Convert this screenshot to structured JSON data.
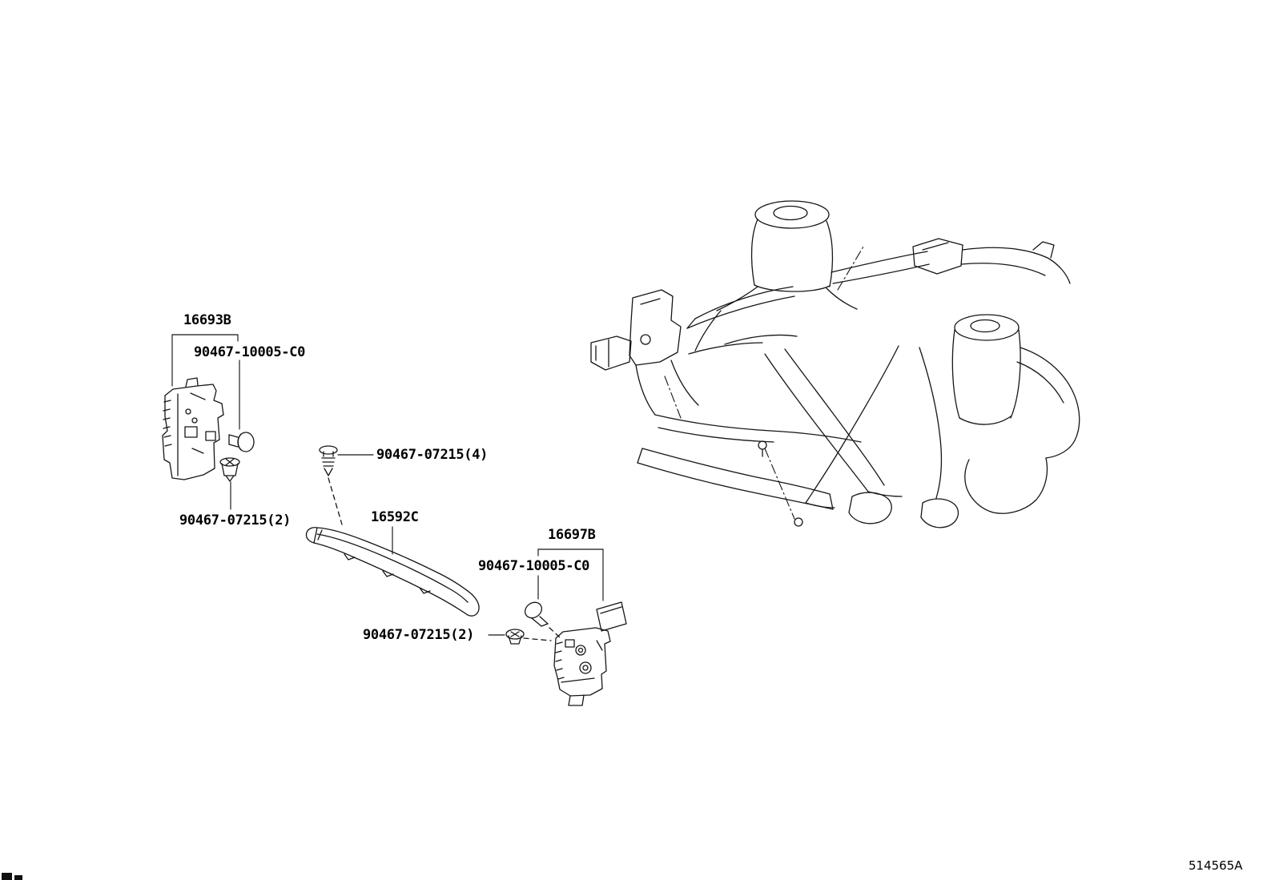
{
  "diagram": {
    "code": "514565A",
    "labels": {
      "part_16693b": "16693B",
      "fastener_10005_left": "90467-10005-C0",
      "fastener_07215_x4": "90467-07215(4)",
      "fastener_07215_x2_left": "90467-07215(2)",
      "part_16592c": "16592C",
      "part_16697b": "16697B",
      "fastener_10005_right": "90467-10005-C0",
      "fastener_07215_x2_right": "90467-07215(2)"
    }
  }
}
